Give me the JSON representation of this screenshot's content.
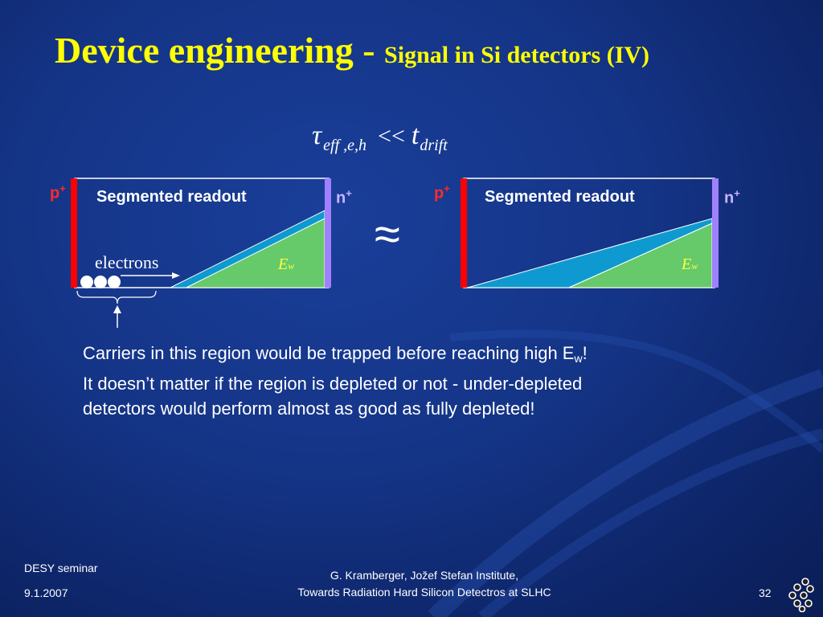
{
  "slide": {
    "title_main": "Device engineering - ",
    "title_sub": "Signal in Si detectors (IV)",
    "formula": {
      "tau": "τ",
      "tau_sub": "eff ,e,h",
      "operator": "<<",
      "t": "t",
      "t_sub": "drift"
    },
    "left_diagram": {
      "p_label": "p",
      "p_sup": "+",
      "n_label": "n",
      "n_sup": "+",
      "readout_label": "Segmented readout",
      "field_label": "E",
      "field_sub": "w",
      "electrons_label": "electrons"
    },
    "right_diagram": {
      "p_label": "p",
      "p_sup": "+",
      "n_label": "n",
      "n_sup": "+",
      "readout_label": "Segmented readout",
      "field_label": "E",
      "field_sub": "w"
    },
    "approx_symbol": "≈",
    "body": {
      "line1_pre": "Carriers in this region would be trapped before reaching high E",
      "line1_sub": "w",
      "line1_post": "!",
      "line2": "It doesn’t matter if the region is depleted or not  - under-depleted",
      "line3": "detectors would perform almost as good as fully depleted!"
    },
    "footer": {
      "event": "DESY seminar",
      "date": "9.1.2007",
      "author": "G. Kramberger, Jožef Stefan Institute,",
      "talk": "Towards Radiation Hard Silicon Detectros at SLHC",
      "page": "32"
    },
    "colors": {
      "title": "#ffff00",
      "p_electrode": "#ff0000",
      "n_electrode": "#a080ff",
      "field_green": "#66c96a",
      "field_blue": "#0e9ad0"
    }
  }
}
